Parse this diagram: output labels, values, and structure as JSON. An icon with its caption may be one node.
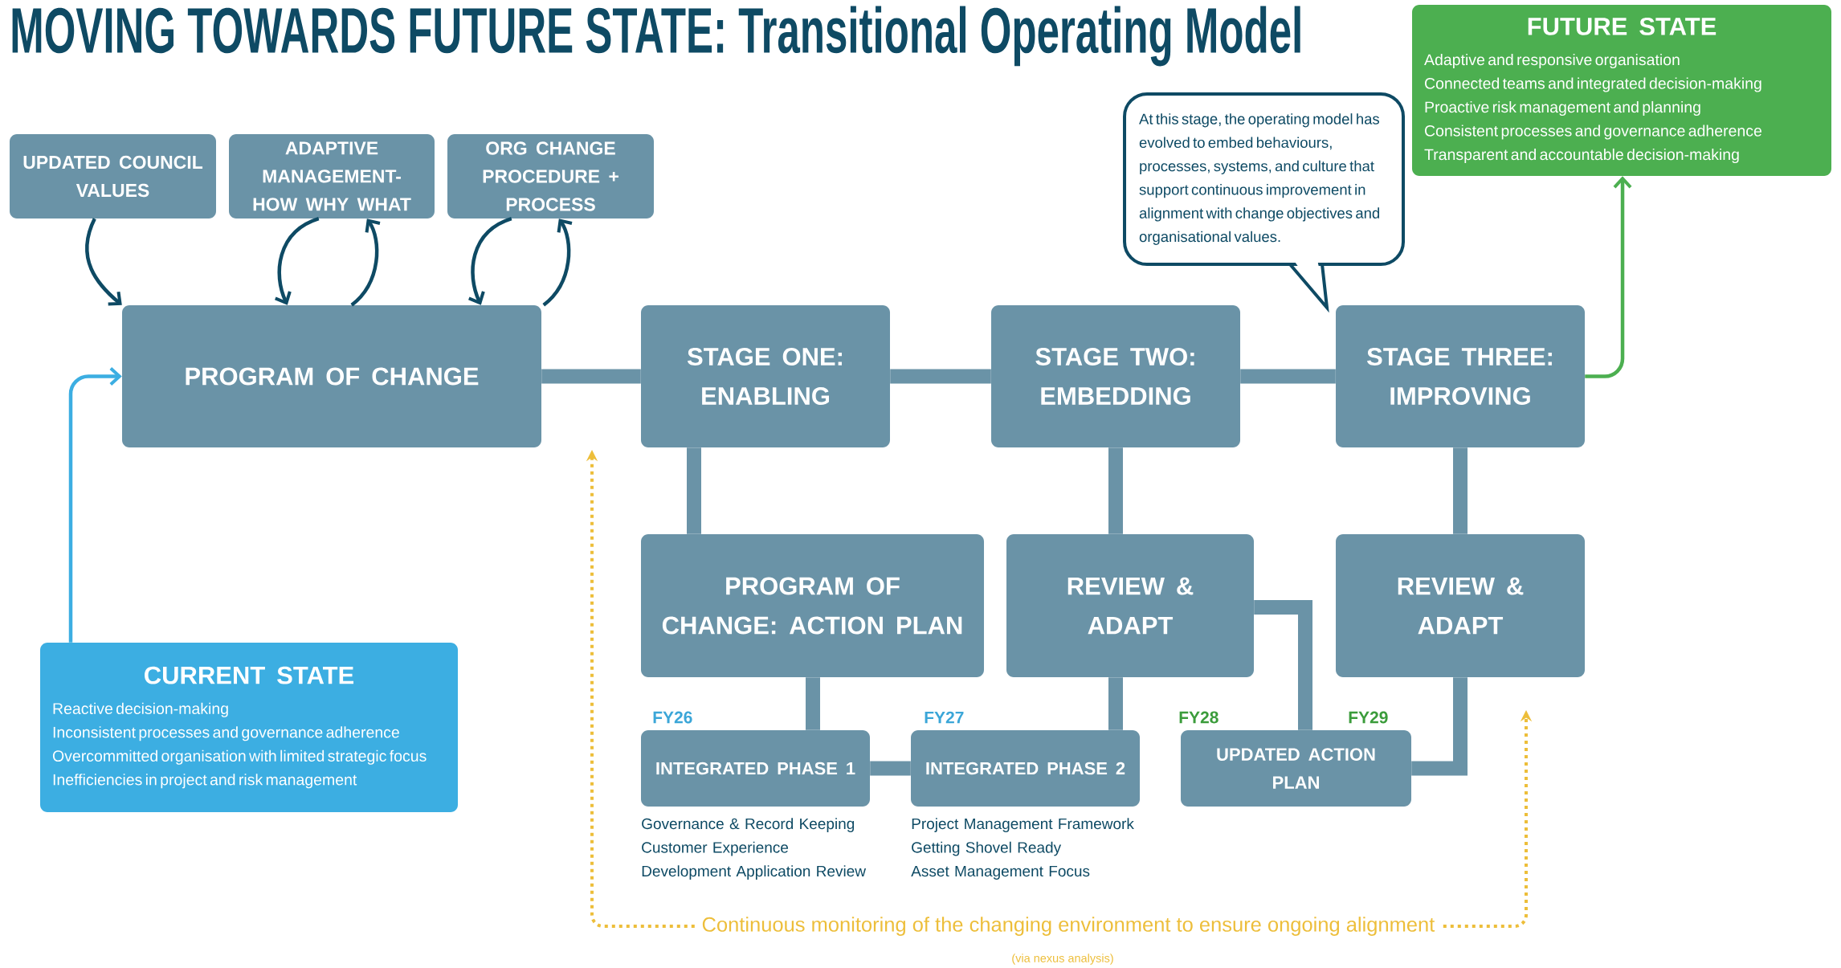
{
  "diagram": {
    "title": "MOVING TOWARDS FUTURE STATE: Transitional Operating Model",
    "nodes": [
      {
        "text": [
          "UPDATED COUNCIL VALUES"
        ]
      },
      {
        "text": [
          "ADAPTIVE MANAGEMENT- HOW WHY WHAT"
        ]
      },
      {
        "text": [
          "ORG CHANGE PROCEDURE + PROCESS"
        ]
      },
      {
        "text": [
          "PROGRAM OF CHANGE"
        ]
      },
      {
        "text": [
          "STAGE ONE: ENABLING"
        ]
      },
      {
        "text": [
          "STAGE TWO: EMBEDDING"
        ]
      },
      {
        "text": [
          "STAGE THREE: IMPROVING"
        ]
      },
      {
        "text": [
          "FUTURE STATE",
          "Adaptive and responsive organisation",
          "Connected teams and integrated decision-making",
          "Proactive risk management and planning",
          "Consistent processes and governance adherence",
          "Transparent and accountable decision-making"
        ]
      },
      {
        "text": [
          "At this stage, the operating model has evolved to embed behaviours, processes, systems, and culture that support continuous improvement in alignment with change objectives and organisational values."
        ]
      },
      {
        "text": [
          "PROGRAM OF CHANGE: ACTION PLAN"
        ]
      },
      {
        "text": [
          "REVIEW & ADAPT"
        ]
      },
      {
        "text": [
          "REVIEW & ADAPT"
        ]
      },
      {
        "text": [
          "INTEGRATED PHASE 1"
        ],
        "beside": [
          "FY26",
          "Governance & Record Keeping",
          "Customer Experience",
          "Development Application Review"
        ]
      },
      {
        "text": [
          "INTEGRATED PHASE 2"
        ],
        "beside": [
          "FY27",
          "Project Management Framework",
          "Getting Shovel Ready",
          "Asset Management Focus"
        ]
      },
      {
        "text": [
          "UPDATED ACTION PLAN"
        ],
        "beside": [
          "FY28",
          "FY29"
        ]
      },
      {
        "text": [
          "CURRENT STATE",
          "Reactive decision-making",
          "Inconsistent processes and governance adherence",
          "Overcommitted organisation with limited strategic focus",
          "Inefficiencies in project and risk management"
        ]
      }
    ],
    "edges": [
      {
        "from": 0,
        "to": 3,
        "arrow": "to",
        "color": "#0e4a64"
      },
      {
        "from": 1,
        "to": 3,
        "arrow": "to",
        "color": "#0e4a64"
      },
      {
        "from": 3,
        "to": 1,
        "arrow": "to",
        "color": "#0e4a64"
      },
      {
        "from": 2,
        "to": 3,
        "arrow": "to",
        "color": "#0e4a64"
      },
      {
        "from": 3,
        "to": 2,
        "arrow": "to",
        "color": "#0e4a64"
      },
      {
        "from": 15,
        "to": 3,
        "arrow": "to",
        "color": "#3caee2"
      },
      {
        "from": 3,
        "to": 4,
        "arrow": "none"
      },
      {
        "from": 4,
        "to": 5,
        "arrow": "none"
      },
      {
        "from": 5,
        "to": 6,
        "arrow": "none"
      },
      {
        "from": 6,
        "to": 7,
        "arrow": "to",
        "color": "#4caf50"
      },
      {
        "from": 4,
        "to": 9,
        "arrow": "none"
      },
      {
        "from": 5,
        "to": 10,
        "arrow": "none"
      },
      {
        "from": 6,
        "to": 11,
        "arrow": "none"
      },
      {
        "from": 9,
        "to": 12,
        "arrow": "none"
      },
      {
        "from": 12,
        "to": 13,
        "arrow": "none"
      },
      {
        "from": 10,
        "to": 13,
        "arrow": "none"
      },
      {
        "from": 10,
        "to": 14,
        "arrow": "none"
      },
      {
        "from": 11,
        "to": 14,
        "arrow": "none"
      }
    ],
    "labels": [
      "Continuous monitoring of the changing environment to ensure ongoing alignment",
      "(via nexus analysis)"
    ]
  }
}
